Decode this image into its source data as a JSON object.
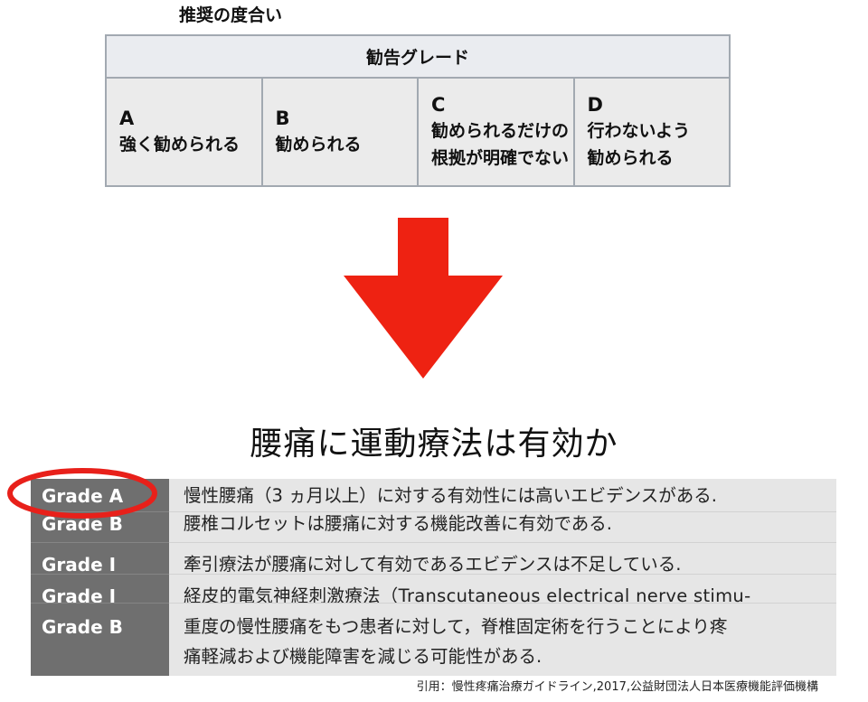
{
  "recommendation": {
    "title": "推奨の度合い",
    "header": "勧告グレード",
    "grades": [
      {
        "letter": "A",
        "description_lines": [
          "強く勧められる"
        ]
      },
      {
        "letter": "B",
        "description_lines": [
          "勧められる"
        ]
      },
      {
        "letter": "C",
        "description_lines": [
          "勧められるだけの",
          "根拠が明確でない"
        ]
      },
      {
        "letter": "D",
        "description_lines": [
          "行わないよう",
          "勧められる"
        ]
      }
    ]
  },
  "arrow": {
    "icon": "down-arrow-icon",
    "color": "#ee2212"
  },
  "main_title": "腰痛に運動療法は有効か",
  "evidence_table": {
    "rows": [
      {
        "grade": "Grade A",
        "lines": [
          "慢性腰痛（3 ヵ月以上）に対する有効性には高いエビデンスがある."
        ]
      },
      {
        "grade": "Grade B",
        "lines": [
          "腰椎コルセットは腰痛に対する機能改善に有効である."
        ]
      },
      {
        "grade": "Grade Ⅰ",
        "lines": [
          "牽引療法が腰痛に対して有効であるエビデンスは不足している."
        ]
      },
      {
        "grade": "Grade Ⅰ",
        "lines": [
          "経皮的電気神経刺激療法（Transcutaneous electrical nerve stimu-"
        ]
      },
      {
        "grade": "Grade B",
        "lines": [
          "重度の慢性腰痛をもつ患者に対して，脊椎固定術を行うことにより疼",
          "痛軽減および機能障害を減じる可能性がある."
        ]
      }
    ],
    "highlighted_grade": "Grade A",
    "highlight_color": "#e8201a",
    "label_bg": "#6f6f6f",
    "text_bg": "#e6e6e6"
  },
  "citation": "引用：慢性疼痛治療ガイドライン,2017,公益財団法人日本医療機能評価機構"
}
